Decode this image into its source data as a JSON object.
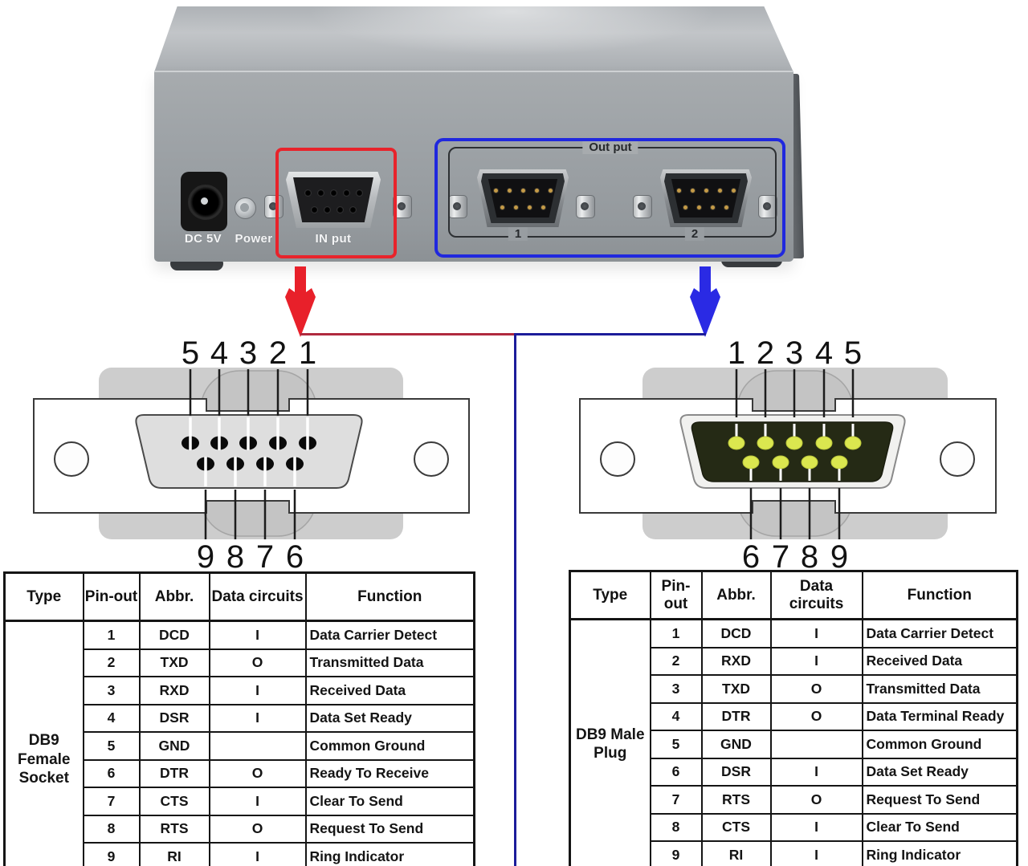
{
  "photo": {
    "description": "rear panel of a 2-port DB9 serial splitter box",
    "labels": {
      "dc": "DC 5V",
      "power": "Power",
      "input": "IN put",
      "output": "Out put",
      "out1": "1",
      "out2": "2"
    }
  },
  "diagrams": {
    "female": {
      "name": "DB9 female socket front view",
      "top_pins": [
        "5",
        "4",
        "3",
        "2",
        "1"
      ],
      "bottom_pins": [
        "9",
        "8",
        "7",
        "6"
      ]
    },
    "male": {
      "name": "DB9 male plug front view",
      "top_pins": [
        "1",
        "2",
        "3",
        "4",
        "5"
      ],
      "bottom_pins": [
        "6",
        "7",
        "8",
        "9"
      ]
    }
  },
  "tables": {
    "columns": [
      "Type",
      "Pin-out",
      "Abbr.",
      "Data circuits",
      "Function"
    ],
    "female": {
      "type": "DB9\nFemale\nSocket",
      "rows": [
        [
          "1",
          "DCD",
          "I",
          "Data Carrier Detect"
        ],
        [
          "2",
          "TXD",
          "O",
          "Transmitted Data"
        ],
        [
          "3",
          "RXD",
          "I",
          "Received Data"
        ],
        [
          "4",
          "DSR",
          "I",
          "Data Set Ready"
        ],
        [
          "5",
          "GND",
          "",
          "Common Ground"
        ],
        [
          "6",
          "DTR",
          "O",
          "Ready To Receive"
        ],
        [
          "7",
          "CTS",
          "I",
          "Clear To Send"
        ],
        [
          "8",
          "RTS",
          "O",
          "Request To Send"
        ],
        [
          "9",
          "RI",
          "I",
          "Ring Indicator"
        ]
      ]
    },
    "male": {
      "type": "DB9 Male\nPlug",
      "rows": [
        [
          "1",
          "DCD",
          "I",
          "Data Carrier Detect"
        ],
        [
          "2",
          "RXD",
          "I",
          "Received Data"
        ],
        [
          "3",
          "TXD",
          "O",
          "Transmitted Data"
        ],
        [
          "4",
          "DTR",
          "O",
          "Data Terminal Ready"
        ],
        [
          "5",
          "GND",
          "",
          "Common Ground"
        ],
        [
          "6",
          "DSR",
          "I",
          "Data Set Ready"
        ],
        [
          "7",
          "RTS",
          "O",
          "Request To Send"
        ],
        [
          "8",
          "CTS",
          "I",
          "Clear To Send"
        ],
        [
          "9",
          "RI",
          "I",
          "Ring Indicator"
        ]
      ]
    }
  },
  "colors": {
    "accent_red": "#e8232b",
    "accent_blue": "#2028de",
    "line_crimson": "#b02a3e",
    "line_navy": "#1c1c9a",
    "pin_yellow": "#dbe74f",
    "panel_gray": "#9ea3a7"
  }
}
